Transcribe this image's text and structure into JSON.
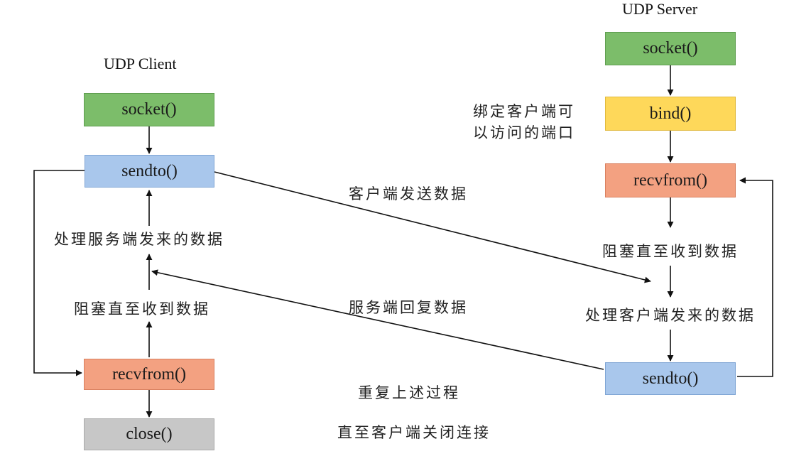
{
  "client": {
    "title": "UDP Client",
    "socket": "socket()",
    "sendto": "sendto()",
    "process_note": "处理服务端发来的数据",
    "block_note": "阻塞直至收到数据",
    "recvfrom": "recvfrom()",
    "close": "close()"
  },
  "server": {
    "title": "UDP Server",
    "socket": "socket()",
    "bind_note_line1": "绑定客户端可",
    "bind_note_line2": "以访问的端口",
    "bind": "bind()",
    "recvfrom": "recvfrom()",
    "block_note": "阻塞直至收到数据",
    "process_note": "处理客户端发来的数据",
    "sendto": "sendto()"
  },
  "messages": {
    "client_send": "客户端发送数据",
    "server_reply": "服务端回复数据",
    "repeat_line1": "重复上述过程",
    "repeat_line2": "直至客户端关闭连接"
  },
  "colors": {
    "socket": "#7cbd6a",
    "sendto": "#a9c7ec",
    "recvfrom": "#f3a181",
    "bind": "#fed85a",
    "close": "#c7c7c7"
  }
}
